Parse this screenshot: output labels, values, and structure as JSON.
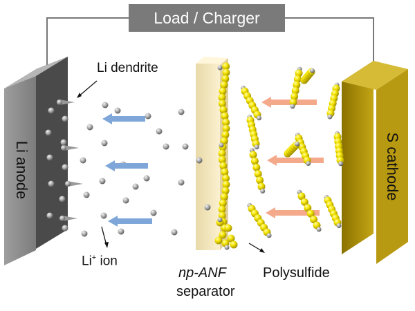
{
  "header": {
    "load_label": "Load / Charger"
  },
  "anode": {
    "label": "Li anode"
  },
  "cathode": {
    "label": "S cathode"
  },
  "labels": {
    "dendrite": "Li dendrite",
    "ion_base": "Li",
    "ion_sup": "+",
    "ion_suffix": " ion",
    "separator_name": "np-ANF",
    "separator_word": "separator",
    "polysulfide": "Polysulfide"
  },
  "colors": {
    "anode_front": "#8e8e8e",
    "anode_side": "#4a4a4a",
    "cathode_front": "#b89a12",
    "cathode_side": "#7a6200",
    "separator": "#f6e8bf",
    "sulfur": "#f5e400",
    "li_ion": "#a8a8a8",
    "li_arrow": "#7ea6d9",
    "ps_arrow": "#f4a98a"
  }
}
